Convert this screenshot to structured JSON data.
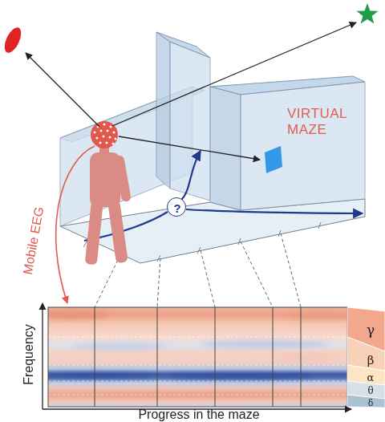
{
  "diagram": {
    "nodes": [
      {
        "text": [
          "?"
        ]
      },
      {
        "text": [
          "γ"
        ]
      },
      {
        "text": [
          "β"
        ]
      },
      {
        "text": [
          "α"
        ]
      },
      {
        "text": [
          "θ"
        ]
      },
      {
        "text": [
          "δ"
        ]
      }
    ],
    "labels": [
      "VIRTUAL MAZE",
      "Mobile EEG",
      "Frequency",
      "Progress in the maze"
    ]
  }
}
